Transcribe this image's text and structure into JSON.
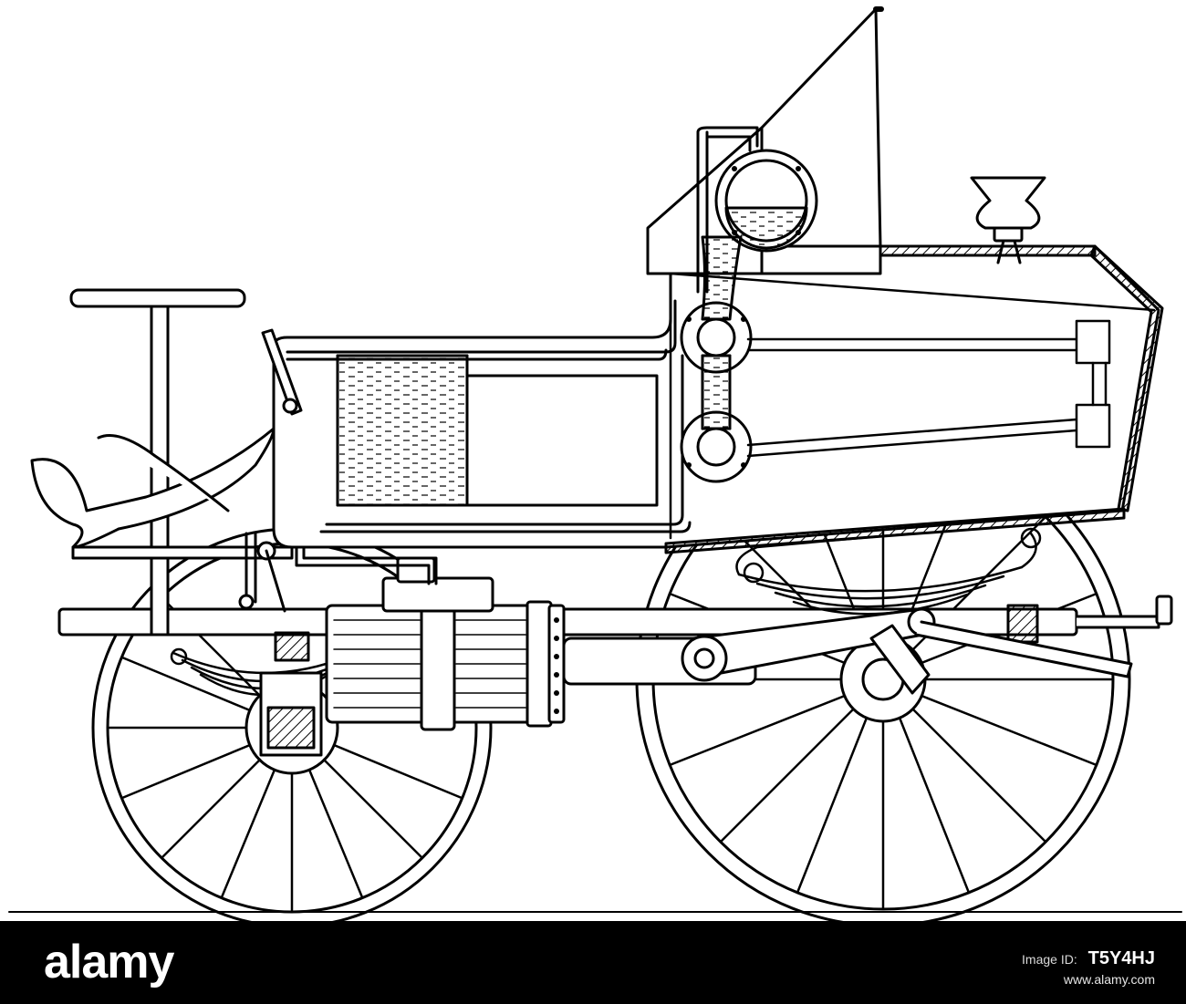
{
  "footer": {
    "logo_text": "alamy",
    "image_id_label": "Image ID:",
    "image_id": "T5Y4HJ",
    "site_url": "www.alamy.com"
  },
  "colors": {
    "ink": "#000000",
    "paper": "#ffffff",
    "footer_bg": "#000000"
  }
}
